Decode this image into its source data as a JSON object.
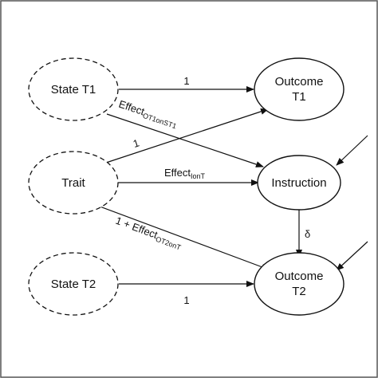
{
  "nodes": {
    "state_t1": {
      "label": "State T1",
      "style": "dashed"
    },
    "trait": {
      "label": "Trait",
      "style": "dashed"
    },
    "state_t2": {
      "label": "State T2",
      "style": "dashed"
    },
    "outcome_t1": {
      "line1": "Outcome",
      "line2": "T1",
      "style": "solid"
    },
    "instruction": {
      "label": "Instruction",
      "style": "solid"
    },
    "outcome_t2": {
      "line1": "Outcome",
      "line2": "T2",
      "style": "solid"
    }
  },
  "edges": {
    "state_t1_to_outcome_t1": {
      "label": "1"
    },
    "state_t1_to_instruction": {
      "label_main": "Effect",
      "label_sub": "OT1onST1"
    },
    "trait_to_outcome_t1": {
      "label": "1"
    },
    "trait_to_instruction": {
      "label_main": "Effect",
      "label_sub": "IonT"
    },
    "trait_to_outcome_t2": {
      "label_main": "1 + Effect",
      "label_sub": "OT2onT"
    },
    "instruction_to_outcome_t2": {
      "label": "δ"
    },
    "state_t2_to_outcome_t2": {
      "label": "1"
    }
  },
  "colors": {
    "stroke": "#111111",
    "border": "#555555",
    "background": "#ffffff"
  }
}
